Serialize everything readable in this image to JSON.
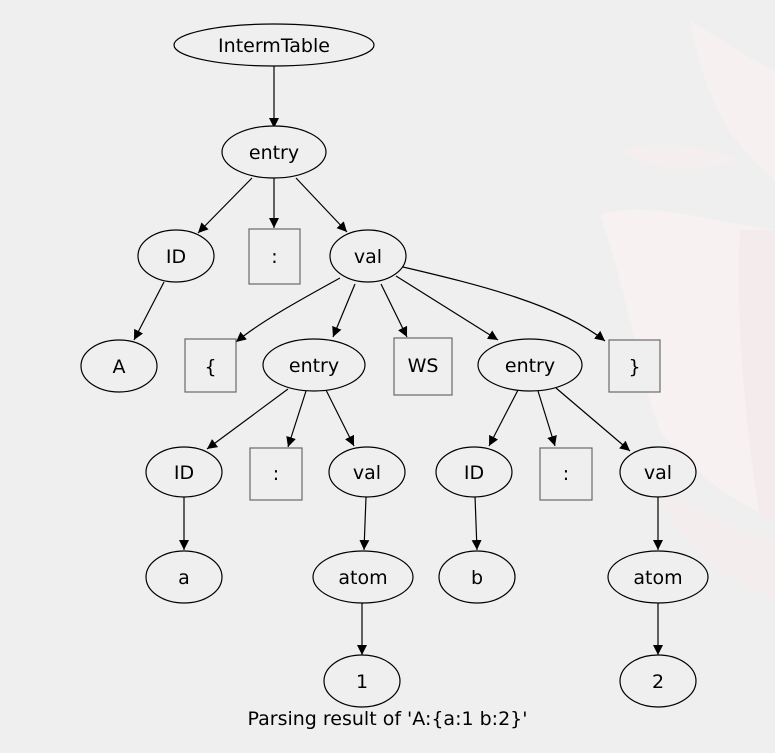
{
  "caption": "Parsing result of 'A:{a:1 b:2}'",
  "nodes": {
    "root": "IntermTable",
    "entry_top": "entry",
    "id_top": "ID",
    "colon_top": ":",
    "val_top": "val",
    "leaf_A": "A",
    "brace_open": "{",
    "entry_a": "entry",
    "ws": "WS",
    "entry_b": "entry",
    "brace_close": "}",
    "id_a": "ID",
    "colon_a": ":",
    "val_a": "val",
    "id_b": "ID",
    "colon_b": ":",
    "val_b": "val",
    "leaf_a": "a",
    "atom_a": "atom",
    "leaf_b": "b",
    "atom_b": "atom",
    "leaf_1": "1",
    "leaf_2": "2"
  }
}
